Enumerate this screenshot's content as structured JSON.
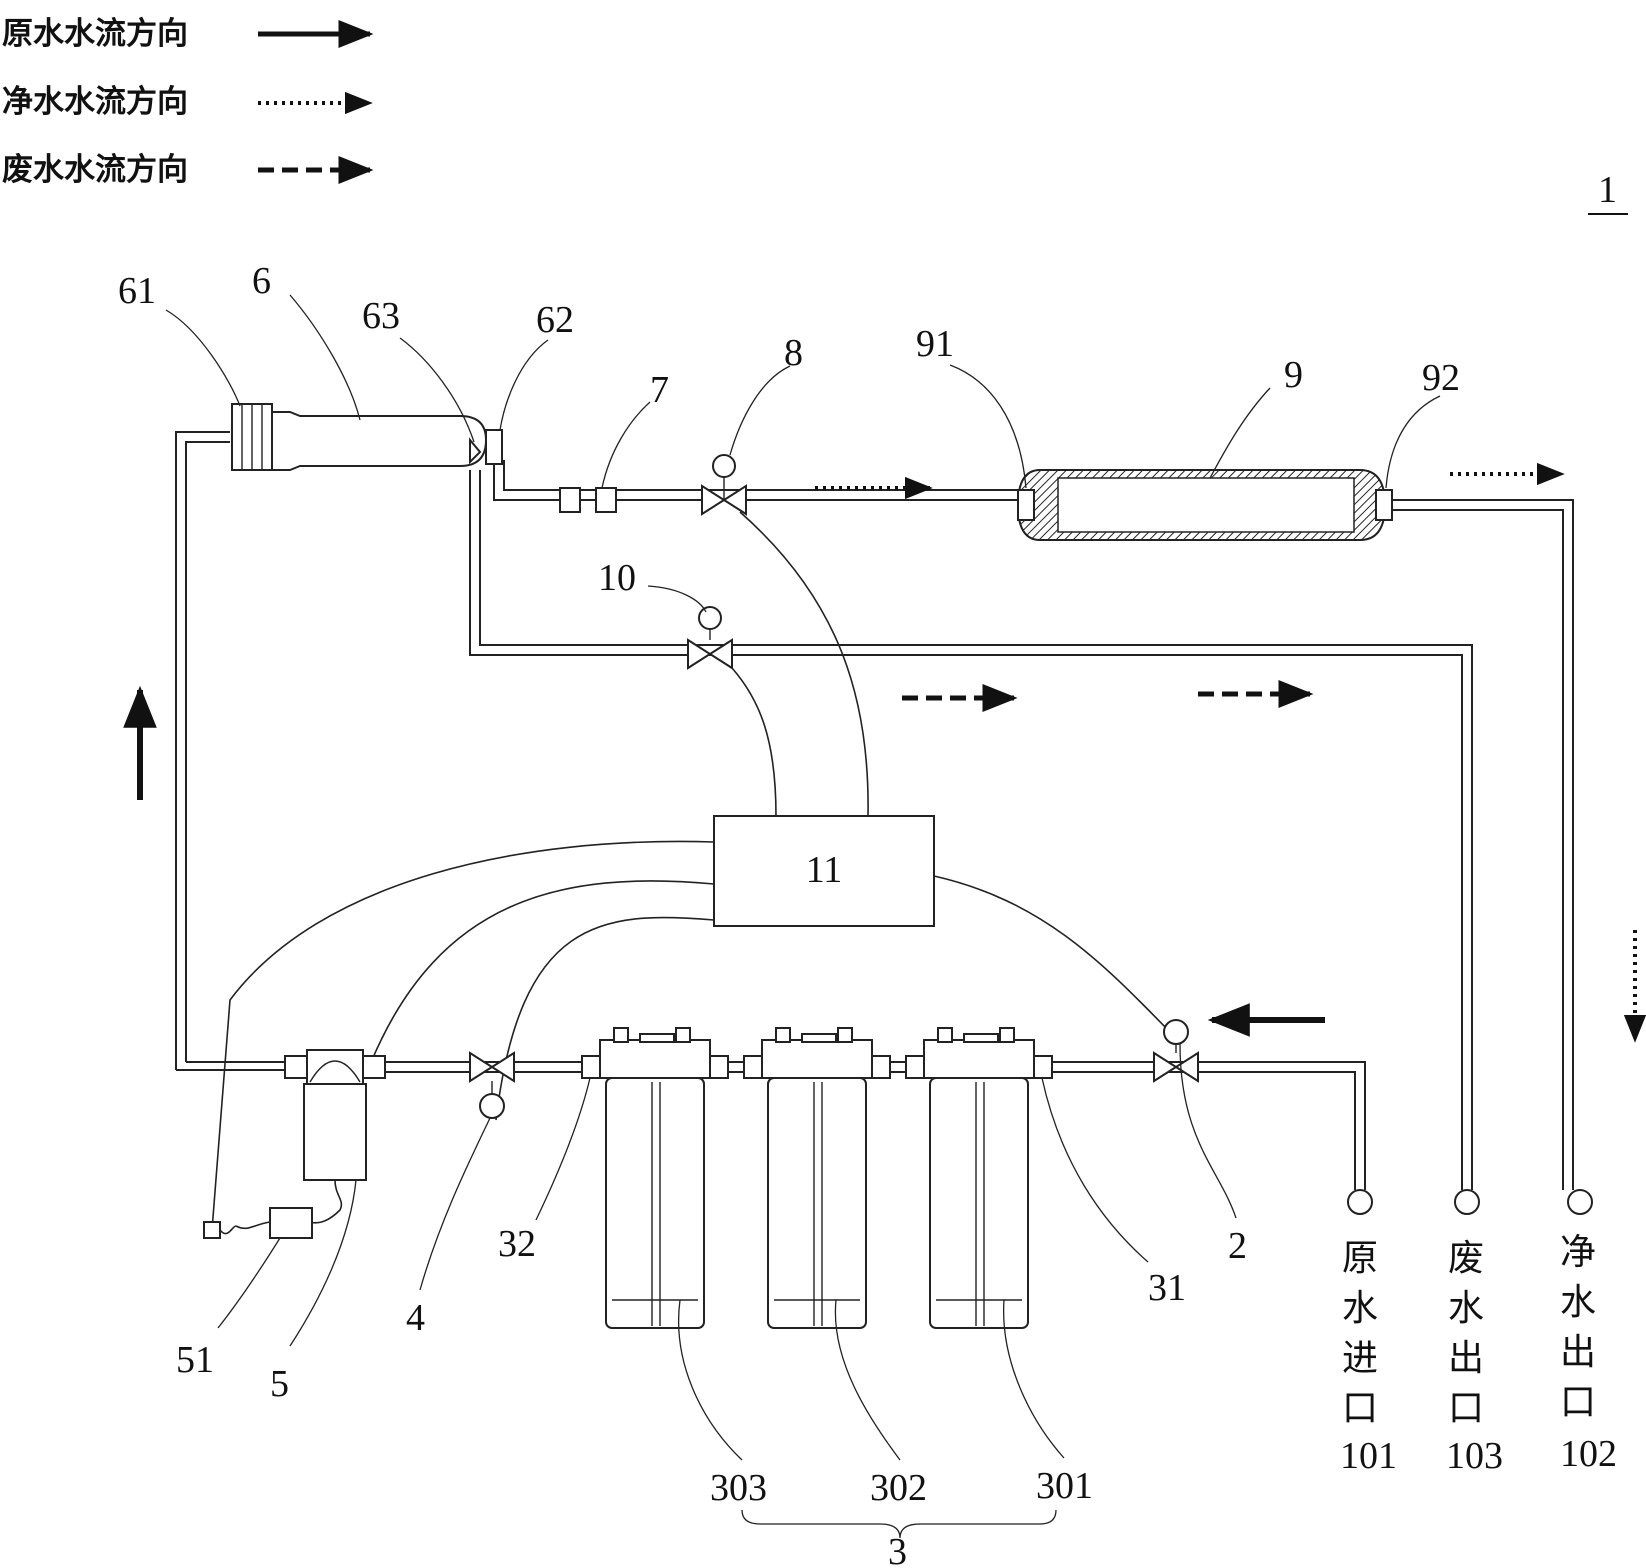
{
  "legend": [
    {
      "label": "原水水流方向",
      "style": "solid"
    },
    {
      "label": "净水水流方向",
      "style": "dotted"
    },
    {
      "label": "废水水流方向",
      "style": "dashed"
    }
  ],
  "figure_number": "1",
  "control_box_label": "11",
  "part_labels": {
    "n61": "61",
    "n6": "6",
    "n63": "63",
    "n62": "62",
    "n7": "7",
    "n8": "8",
    "n91": "91",
    "n9": "9",
    "n92": "92",
    "n10": "10",
    "n2": "2",
    "n31": "31",
    "n32": "32",
    "n4": "4",
    "n5": "5",
    "n51": "51",
    "n303": "303",
    "n302": "302",
    "n301": "301",
    "n3": "3"
  },
  "ports": [
    {
      "chars": [
        "原",
        "水",
        "进",
        "口"
      ],
      "number": "101"
    },
    {
      "chars": [
        "废",
        "水",
        "出",
        "口"
      ],
      "number": "103"
    },
    {
      "chars": [
        "净",
        "水",
        "出",
        "口"
      ],
      "number": "102"
    }
  ]
}
